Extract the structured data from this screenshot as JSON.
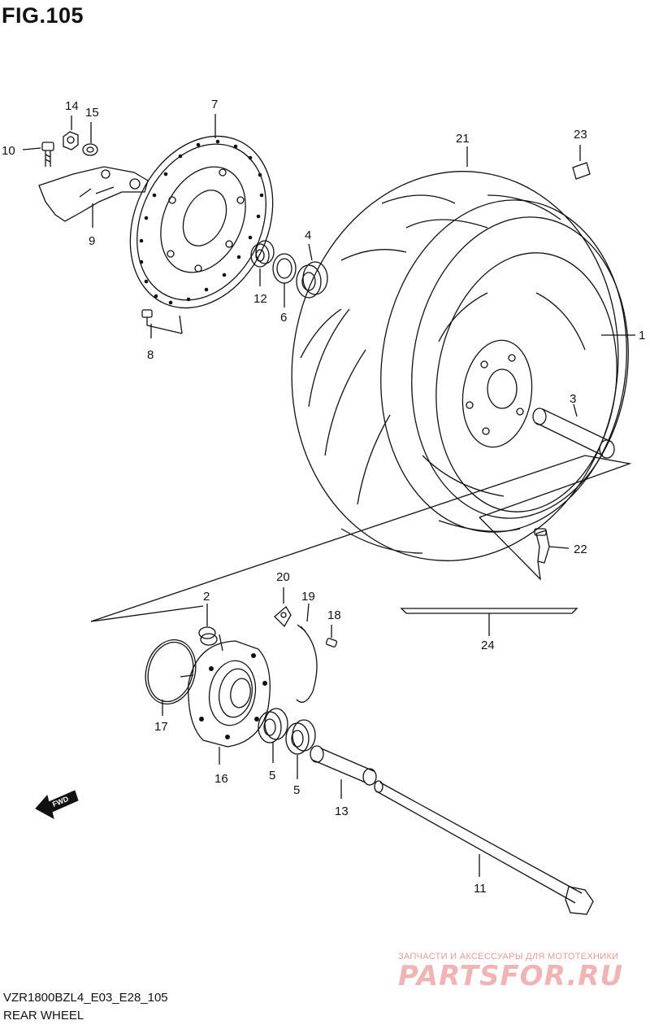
{
  "figure": {
    "title": "FIG.105",
    "model_code": "VZR1800BZL4_E03_E28_105",
    "caption": "REAR WHEEL"
  },
  "callouts": {
    "1": "1",
    "2": "2",
    "3": "3",
    "5a": "5",
    "5b": "5",
    "6": "6",
    "7": "7",
    "8": "8",
    "9": "9",
    "10": "10",
    "11": "11",
    "12": "12",
    "13": "13",
    "14": "14",
    "15": "15",
    "16": "16",
    "17": "17",
    "18": "18",
    "19": "19",
    "20": "20",
    "21": "21",
    "22": "22",
    "23": "23",
    "24": "24",
    "4": "4"
  },
  "fwd_badge": "FWD",
  "watermark": {
    "line": "ЗАПЧАСТИ И АКСЕССУАРЫ ДЛЯ МОТОТЕХНИКИ",
    "logo": "PARTSFOR.RU"
  },
  "icons": {
    "fwd_arrow": "arrow-fwd-icon"
  }
}
